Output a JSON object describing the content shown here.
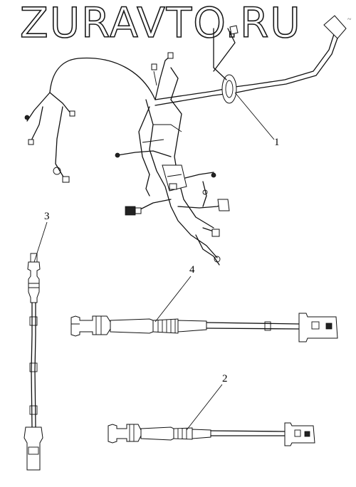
{
  "watermark": "ZURAVTO.RU",
  "callouts": [
    {
      "id": "1",
      "label": "1"
    },
    {
      "id": "2",
      "label": "2"
    },
    {
      "id": "3",
      "label": "3"
    },
    {
      "id": "4",
      "label": "4"
    }
  ],
  "corner_mark": "~"
}
